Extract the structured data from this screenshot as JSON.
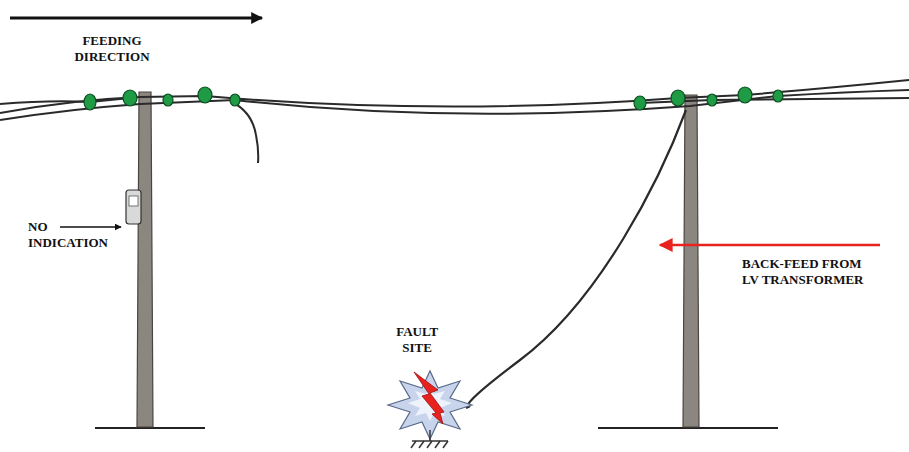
{
  "diagram": {
    "labels": [
      "FEEDING DIRECTION",
      "NO INDICATION",
      "FAULT SITE",
      "BACK-FEED FROM LV TRANSFORMER"
    ]
  }
}
